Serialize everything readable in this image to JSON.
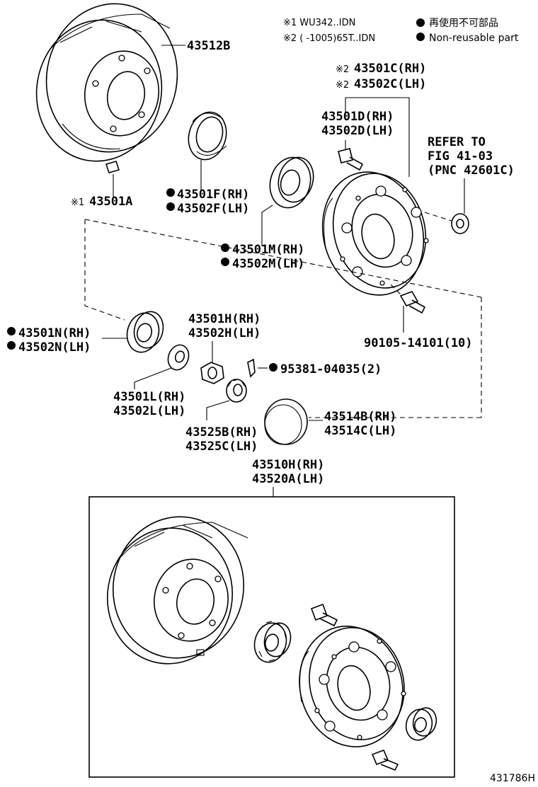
{
  "legend": {
    "note1": "※1 WU342..IDN",
    "note2": "※2 (      -1005)65T..IDN",
    "note3_jp": "再使用不可部品",
    "note4": "Non-reusable part"
  },
  "callouts": {
    "drum": "43512B",
    "pin": "43501A",
    "pin_mark": "※1",
    "hub_rh": "43501C(RH)",
    "hub_lh": "43502C(LH)",
    "hub_mark": "※2",
    "stud_rh": "43501D(RH)",
    "stud_lh": "43502D(LH)",
    "refer1": "REFER TO",
    "refer2": "FIG 41-03",
    "refer3": "(PNC 42601C)",
    "seal_rh": "43501F(RH)",
    "seal_lh": "43502F(LH)",
    "inner_bearing_rh": "43501M(RH)",
    "inner_bearing_lh": "43502M(LH)",
    "outer_bearing_rh": "43501N(RH)",
    "outer_bearing_lh": "43502N(LH)",
    "nut_rh": "43501H(RH)",
    "nut_lh": "43502H(LH)",
    "cotter": "95381-04035(2)",
    "bolt": "90105-14101(10)",
    "washer_rh": "43501L(RH)",
    "washer_lh": "43502L(LH)",
    "lock_rh": "43525B(RH)",
    "lock_lh": "43525C(LH)",
    "cap_rh": "43514B(RH)",
    "cap_lh": "43514C(LH)",
    "assy_rh": "43510H(RH)",
    "assy_lh": "43520A(LH)"
  },
  "figure_id": "431786H"
}
